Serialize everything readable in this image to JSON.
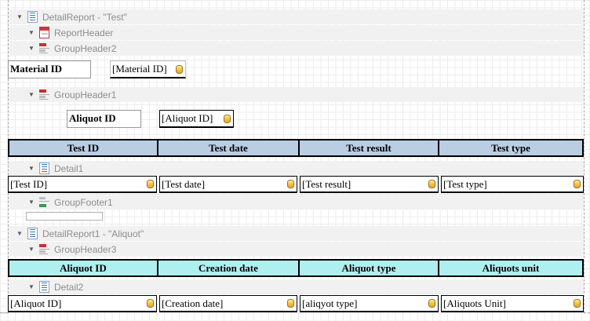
{
  "ui": {
    "collapse_glyph": "▼"
  },
  "bands": [
    {
      "label": "DetailReport - \"Test\"",
      "icon": "detail-report-band-icon"
    },
    {
      "label": "ReportHeader",
      "icon": "report-header-band-icon"
    },
    {
      "label": "GroupHeader2",
      "icon": "group-header-band-icon"
    },
    {
      "label": "GroupHeader1",
      "icon": "group-header-band-icon"
    },
    {
      "label": "Detail1",
      "icon": "detail-band-icon"
    },
    {
      "label": "GroupFooter1",
      "icon": "group-footer-band-icon"
    },
    {
      "label": "DetailReport1 - \"Aliquot\"",
      "icon": "detail-report-band-icon"
    },
    {
      "label": "GroupHeader3",
      "icon": "group-header-band-icon"
    },
    {
      "label": "Detail2",
      "icon": "detail-band-icon"
    }
  ],
  "group_header2_content": {
    "label": "Material ID",
    "field": "[Material ID]"
  },
  "group_header1_content": {
    "label": "Aliquot ID",
    "field": "[Aliquot ID]"
  },
  "test_table": {
    "header": [
      "Test ID",
      "Test date",
      "Test result",
      "Test type"
    ],
    "detail": [
      "[Test ID]",
      "[Test date]",
      "[Test result]",
      "[Test type]"
    ]
  },
  "aliquot_table": {
    "header": [
      "Aliquot ID",
      "Creation date",
      "Aliquot type",
      "Aliquots unit"
    ],
    "detail": [
      "[Aliquot ID]",
      "[Creation date]",
      "[aliqyot type]",
      "[Aliquots Unit]"
    ]
  },
  "colors": {
    "band_strip_bg": "#f1f1f1",
    "band_label_text": "#8d8d8d",
    "test_header_bg": "#b9cde3",
    "aliquot_header_bg": "#b0efef",
    "field_binding_icon": "#f0b63a",
    "grid_line": "#ececec",
    "band_icon_red": "#cf3a3a",
    "band_icon_green": "#2e9e4f",
    "band_icon_blue": "#3f74b3"
  }
}
